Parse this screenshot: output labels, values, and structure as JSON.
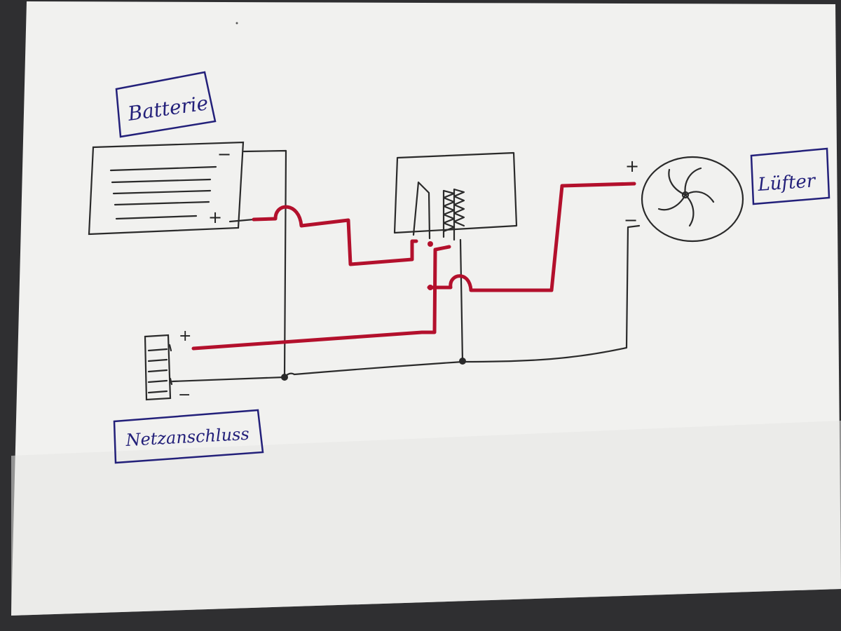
{
  "diagram": {
    "colors": {
      "paper": "#f1f1ef",
      "wire_black": "#2a2a2a",
      "wire_red": "#b3102c",
      "label_ink": "#23207a"
    },
    "labels": {
      "battery": "Batterie",
      "fan": "Lüfter",
      "mains": "Netzanschluss"
    },
    "polarity": {
      "battery_minus": "−",
      "battery_plus": "+",
      "fan_plus": "+",
      "fan_minus": "−",
      "mains_plus": "+",
      "mains_minus": "−"
    }
  }
}
